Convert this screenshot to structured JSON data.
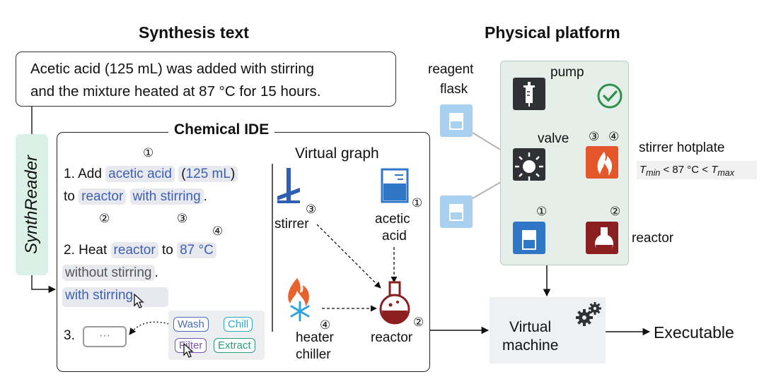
{
  "synthesis": {
    "title": "Synthesis text",
    "line1": "Acetic acid (125 mL) was added with stirring",
    "line2": "and the mixture heated at 87 °C for 15 hours."
  },
  "synthreader": {
    "label": "SynthReader"
  },
  "ide": {
    "title": "Chemical IDE",
    "markers": {
      "m1": "①",
      "m2": "②",
      "m3": "③",
      "m4": "④"
    },
    "step1": {
      "prefix": "1. Add",
      "reagent": "acetic acid",
      "amount": "(125 mL)",
      "close": ")",
      "to": "to",
      "vessel": "reactor",
      "stir": "with stirring",
      "dot": "."
    },
    "step2": {
      "prefix": "2. Heat",
      "vessel": "reactor",
      "to": "to",
      "temp": "87 °C",
      "struck": "without stirring",
      "dot": ".",
      "corrected": "with stirring."
    },
    "step3": {
      "prefix": "3.",
      "placeholder": "···",
      "options": [
        "Wash",
        "Chill",
        "Filter",
        "Extract"
      ]
    }
  },
  "virtual_graph": {
    "title": "Virtual graph",
    "stirrer": "stirrer",
    "acid_line1": "acetic",
    "acid_line2": "acid",
    "heater_line1": "heater",
    "heater_line2": "chiller",
    "reactor": "reactor"
  },
  "platform": {
    "title": "Physical platform",
    "reagent_line1": "reagent",
    "reagent_line2": "flask",
    "pump": "pump",
    "valve": "valve",
    "hotplate": "stirrer hotplate",
    "reactor": "reactor",
    "constraint": {
      "t": "T",
      "min": "min",
      "mid": " < 87 °C < ",
      "max": "max"
    }
  },
  "vm": {
    "line1": "Virtual",
    "line2": "machine"
  },
  "output": {
    "label": "Executable"
  },
  "colors": {
    "token_blue": "#3d5fb4",
    "token_bg": "#e7e9ee",
    "dark_node": "#2f3134",
    "blue_node": "#2f77c6",
    "orange_node": "#e4572b",
    "red_node": "#8b1f1f",
    "light_blue": "#a9d0ee",
    "panel_green": "#e5eee8",
    "check_green": "#2f8f4c",
    "reader_green": "#dbf0e6"
  }
}
